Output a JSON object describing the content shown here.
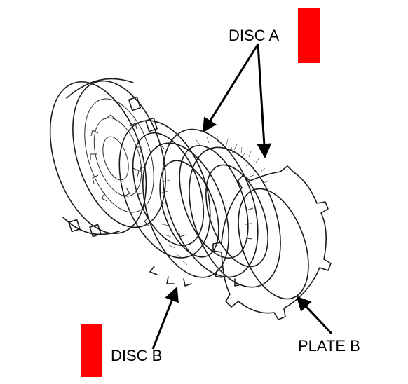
{
  "labels": {
    "disc_a": "DISC A",
    "disc_b": "DISC B",
    "plate_b": "PLATE B"
  },
  "colors": {
    "marker": "#ff0000",
    "ink": "#1a1a1a",
    "background": "#ffffff"
  }
}
